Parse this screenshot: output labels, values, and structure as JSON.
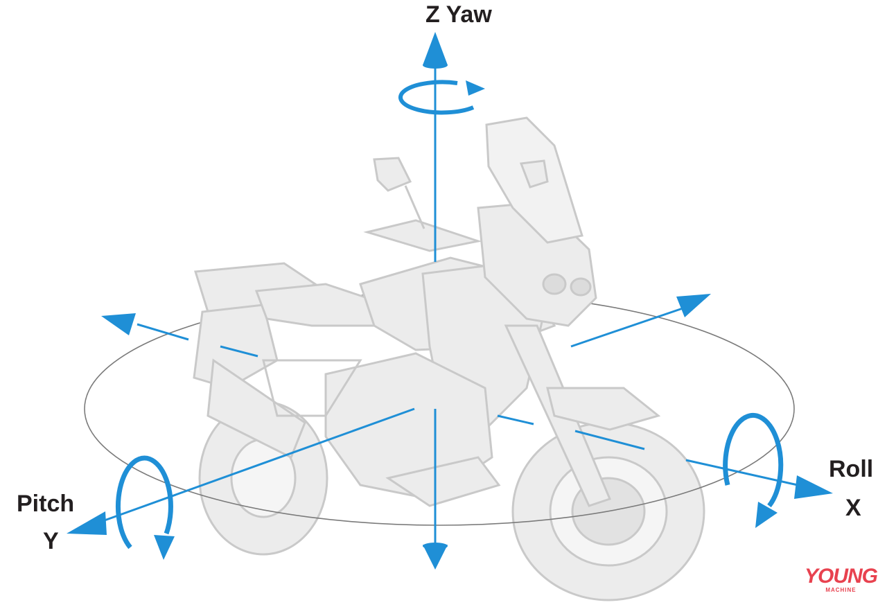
{
  "labels": {
    "z_axis": "Z",
    "yaw": "Yaw",
    "roll": "Roll",
    "x_axis": "X",
    "pitch": "Pitch",
    "y_axis": "Y"
  },
  "brand": {
    "main": "YOUNG",
    "sub": "MACHINE"
  },
  "colors": {
    "axis": "#1f8fd6",
    "orbit": "#7a7a7a",
    "vehicle_fill": "#ececec",
    "vehicle_stroke": "#c9c9c9",
    "label": "#231f20",
    "brand": "#e8424f"
  }
}
